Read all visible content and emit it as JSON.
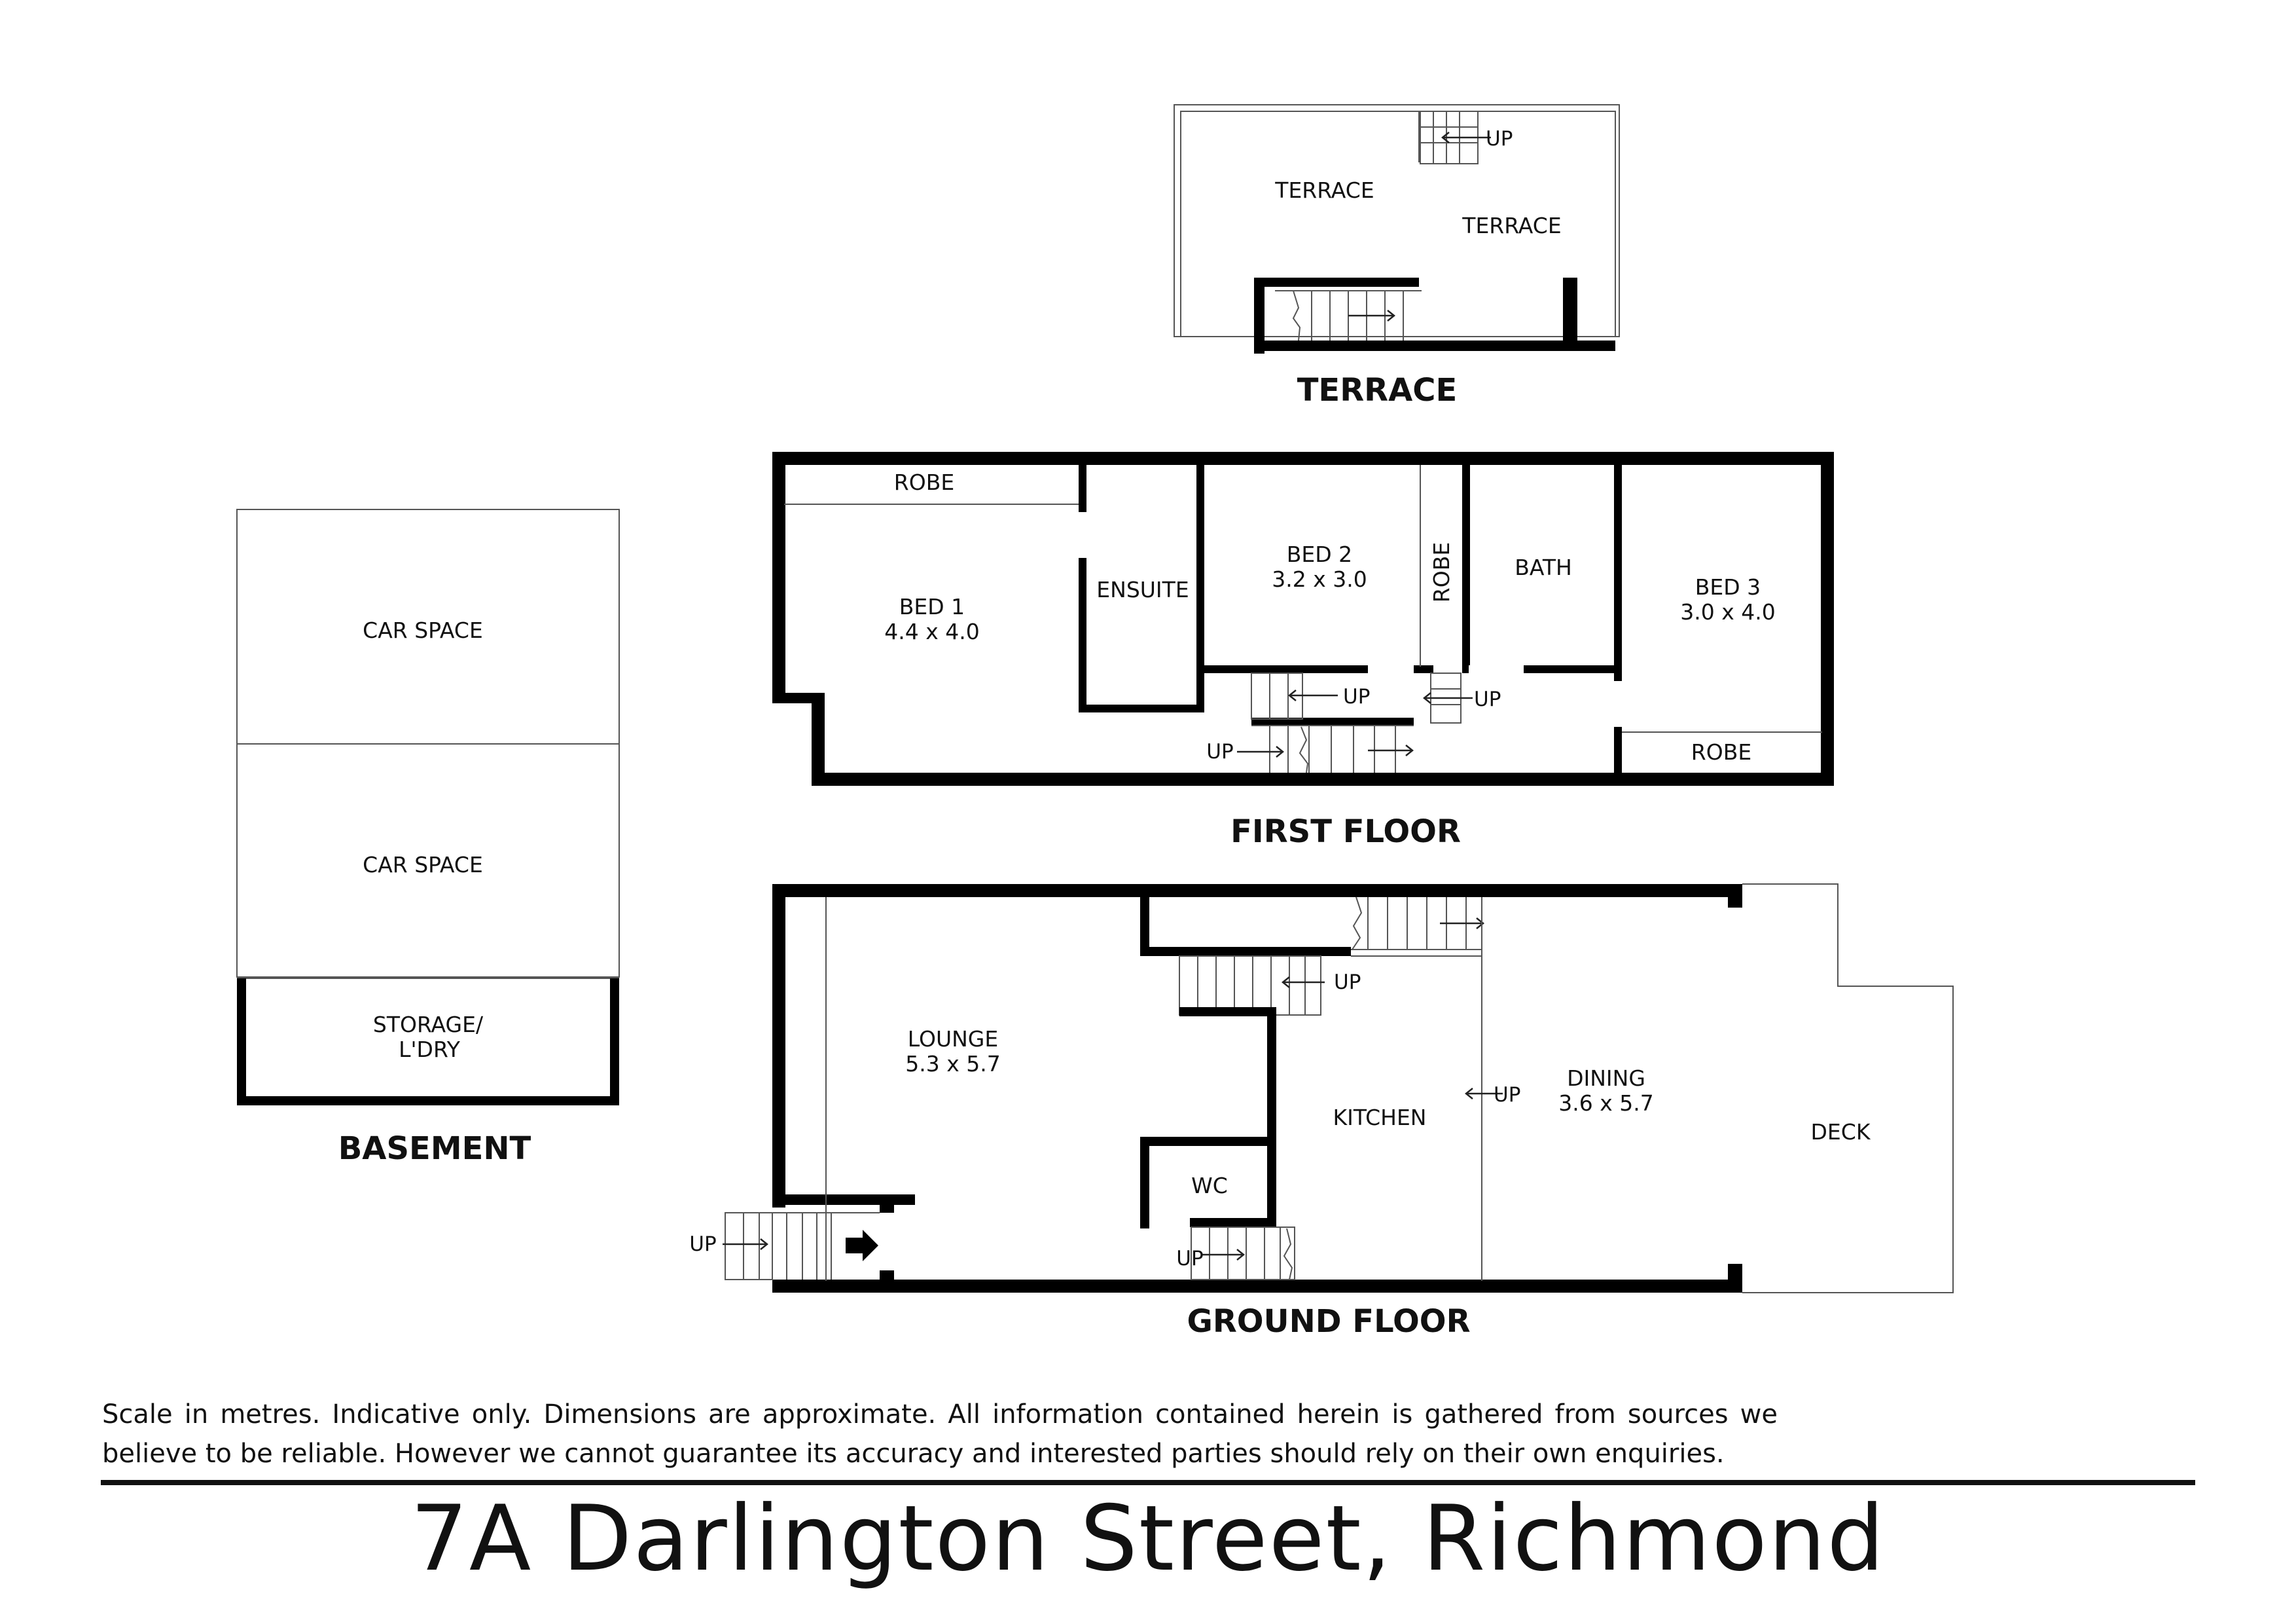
{
  "floors": {
    "terrace": {
      "label": "TERRACE",
      "rooms": {
        "terrace_left": "TERRACE",
        "terrace_right": "TERRACE"
      },
      "up": "UP"
    },
    "first_floor": {
      "label": "FIRST FLOOR",
      "rooms": {
        "robe_1": "ROBE",
        "bed1_name": "BED 1",
        "bed1_dim": "4.4 x 4.0",
        "ensuite": "ENSUITE",
        "bed2_name": "BED 2",
        "bed2_dim": "3.2 x 3.0",
        "robe_2": "ROBE",
        "bath": "BATH",
        "bed3_name": "BED 3",
        "bed3_dim": "3.0 x 4.0",
        "robe_3": "ROBE"
      },
      "up_labels": [
        "UP",
        "UP",
        "UP"
      ]
    },
    "basement": {
      "label": "BASEMENT",
      "rooms": {
        "car_space_1": "CAR SPACE",
        "car_space_2": "CAR SPACE",
        "storage_line1": "STORAGE/",
        "storage_line2": "L'DRY"
      }
    },
    "ground_floor": {
      "label": "GROUND FLOOR",
      "rooms": {
        "lounge_name": "LOUNGE",
        "lounge_dim": "5.3 x 5.7",
        "kitchen": "KITCHEN",
        "dining_name": "DINING",
        "dining_dim": "3.6 x 5.7",
        "deck": "DECK",
        "wc": "WC"
      },
      "up_labels": [
        "UP",
        "UP",
        "UP",
        "UP"
      ]
    }
  },
  "disclaimer": "Scale in metres. Indicative only. Dimensions are approximate.  All information contained herein is gathered from sources we believe to be reliable. However we cannot guarantee its accuracy and interested parties should rely on their own enquiries.",
  "address": "7A Darlington Street, Richmond",
  "colors": {
    "wall": "#000000",
    "thin_line": "#555555",
    "background": "#ffffff"
  }
}
